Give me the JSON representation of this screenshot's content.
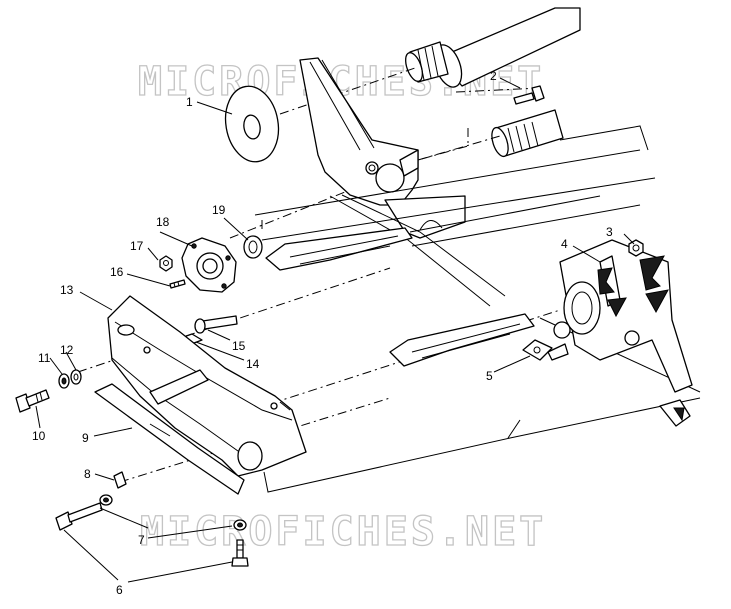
{
  "watermarks": [
    "MICROFICHES.NET",
    "MICROFICHES.NET"
  ],
  "callouts": [
    "1",
    "2",
    "3",
    "4",
    "5",
    "6",
    "7",
    "8",
    "9",
    "10",
    "11",
    "12",
    "13",
    "14",
    "15",
    "16",
    "17",
    "18",
    "19"
  ]
}
